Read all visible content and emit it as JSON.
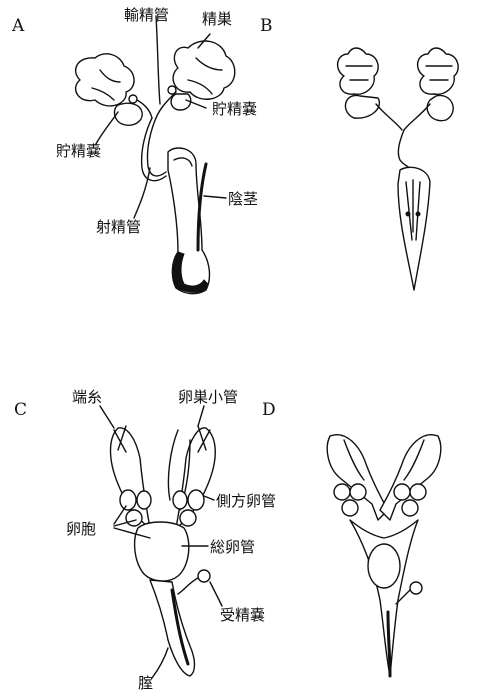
{
  "panels": {
    "a": "A",
    "b": "B",
    "c": "C",
    "d": "D"
  },
  "labels": {
    "vas_efferens": "輸精管",
    "testis": "精巣",
    "seminal_vesicle_right": "貯精嚢",
    "seminal_vesicle_left": "貯精嚢",
    "penis": "陰茎",
    "ejaculatory_duct": "射精管",
    "terminal_filament": "端糸",
    "ovariole": "卵巣小管",
    "lateral_oviduct": "側方卵管",
    "oocytes": "卵胞",
    "common_oviduct": "総卵管",
    "spermatheca": "受精嚢",
    "vagina": "腟"
  }
}
